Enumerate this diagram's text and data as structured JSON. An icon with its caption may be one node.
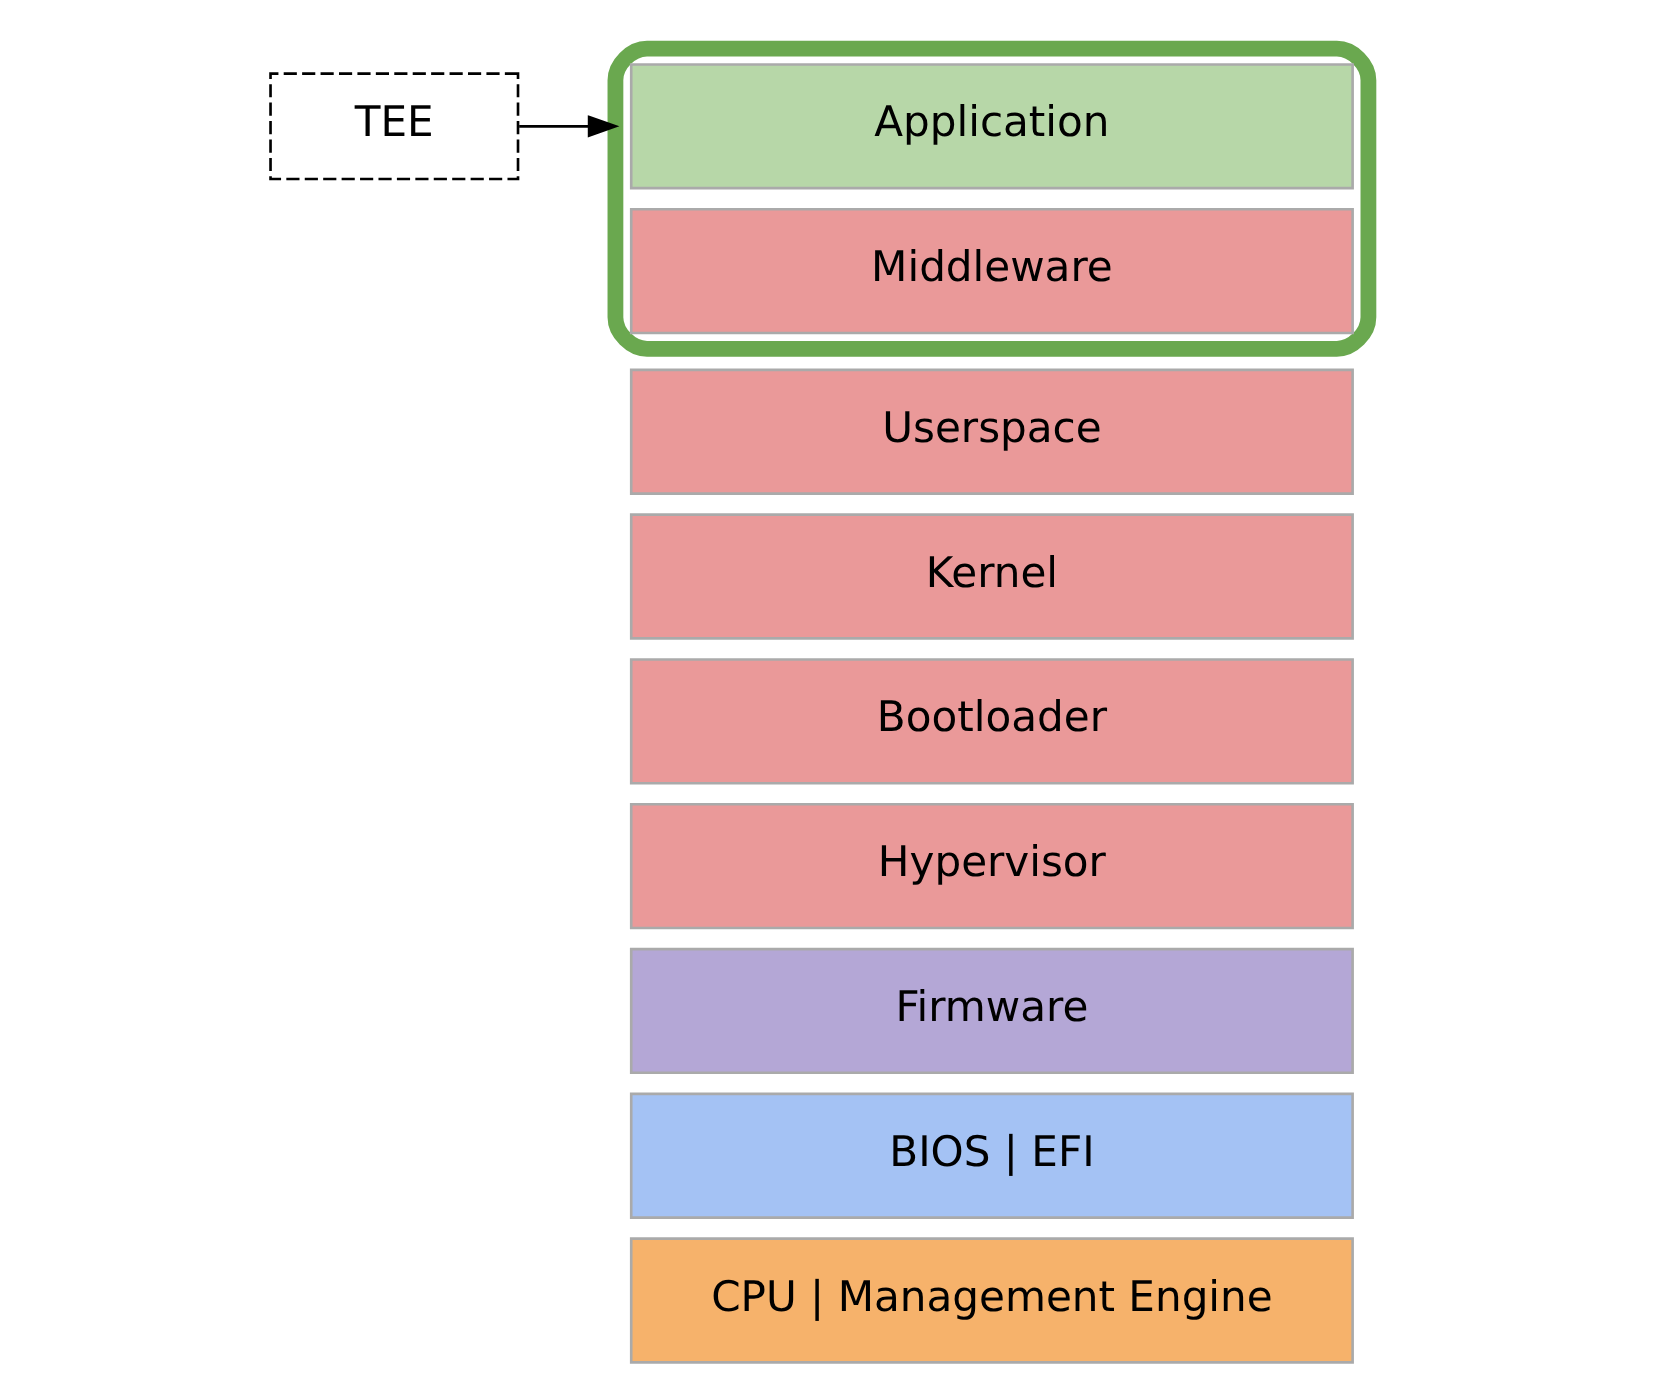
{
  "diagram": {
    "nodes": [
      {
        "text": [
          "TEE"
        ]
      },
      {
        "text": [],
        "shape": "box"
      },
      {
        "text": [
          "Application"
        ],
        "in": 1
      },
      {
        "text": [
          "Middleware"
        ],
        "in": 1
      },
      {
        "text": [
          "Userspace"
        ]
      },
      {
        "text": [
          "Kernel"
        ]
      },
      {
        "text": [
          "Bootloader"
        ]
      },
      {
        "text": [
          "Hypervisor"
        ]
      },
      {
        "text": [
          "Firmware"
        ]
      },
      {
        "text": [
          "BIOS | EFI"
        ]
      },
      {
        "text": [
          "CPU | Management Engine"
        ]
      }
    ],
    "edges": [
      {
        "from": 0,
        "to": 1,
        "arrow": "to"
      }
    ]
  }
}
